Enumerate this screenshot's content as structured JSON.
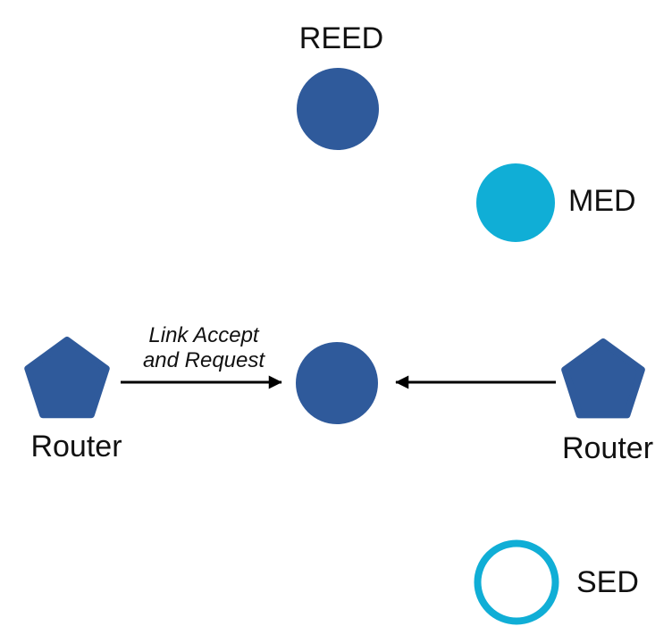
{
  "colors": {
    "background": "#ffffff",
    "node_blue": "#2F5A9B",
    "node_cyan": "#10AED6",
    "arrow": "#000000",
    "text": "#111111"
  },
  "nodes": {
    "reed": {
      "label": "REED",
      "shape": "filled-circle",
      "color": "#2F5A9B"
    },
    "med": {
      "label": "MED",
      "shape": "filled-circle",
      "color": "#10AED6"
    },
    "center": {
      "label": "",
      "shape": "filled-circle",
      "color": "#2F5A9B"
    },
    "router_left": {
      "label": "Router",
      "shape": "pentagon",
      "color": "#2F5A9B"
    },
    "router_right": {
      "label": "Router",
      "shape": "pentagon",
      "color": "#2F5A9B"
    },
    "sed": {
      "label": "SED",
      "shape": "outlined-circle",
      "color": "#10AED6"
    }
  },
  "edges": {
    "left_arrow": {
      "from": "router_left",
      "to": "center",
      "annotation_line1": "Link Accept",
      "annotation_line2": "and Request"
    },
    "right_arrow": {
      "from": "router_right",
      "to": "center"
    }
  }
}
